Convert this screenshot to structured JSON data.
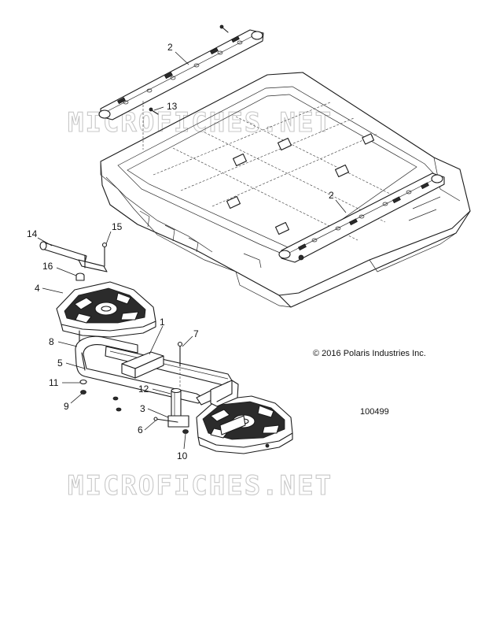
{
  "watermark": {
    "text": "MICROFICHES.NET"
  },
  "copyright": "© 2016 Polaris Industries Inc.",
  "figure_number": "100499",
  "callouts": {
    "c1": "1",
    "c2a": "2",
    "c2b": "2",
    "c3": "3",
    "c4": "4",
    "c5": "5",
    "c6": "6",
    "c7": "7",
    "c8": "8",
    "c9": "9",
    "c10": "10",
    "c11": "11",
    "c12": "12",
    "c13": "13",
    "c14": "14",
    "c15": "15",
    "c16": "16"
  },
  "colors": {
    "line": "#1a1a1a",
    "watermark": "#c8c8c8",
    "background": "#ffffff"
  }
}
